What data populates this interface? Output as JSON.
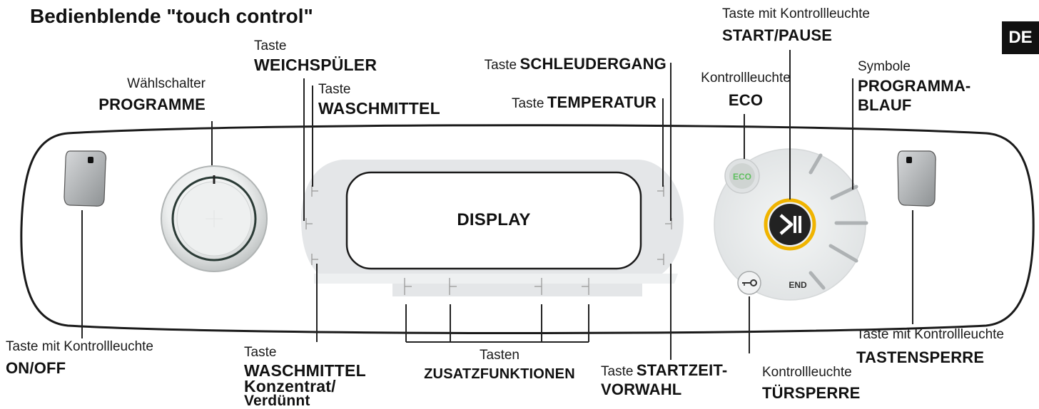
{
  "title": "Bedienblende \"touch control\"",
  "lang_badge": "DE",
  "display": "DISPLAY",
  "eco_text": "ECO",
  "end_text": "END",
  "labels": {
    "programme": {
      "line1": "Wählschalter",
      "line2": "PROGRAMME"
    },
    "weichspueler": {
      "line1": "Taste",
      "line2": "WEICHSPÜLER"
    },
    "waschmittel": {
      "line1": "Taste",
      "line2": "WASCHMITTEL"
    },
    "schleudergang": {
      "prefix": "Taste",
      "bold": "SCHLEUDERGANG"
    },
    "temperatur": {
      "prefix": "Taste",
      "bold": "TEMPERATUR"
    },
    "eco": {
      "line1": "Kontrollleuchte",
      "line2": "ECO"
    },
    "startpause": {
      "line1": "Taste mit Kontrollleuchte",
      "line2": "START/PAUSE"
    },
    "programmablauf": {
      "line1": "Symbole",
      "line2": "PROGRAMMA-",
      "line3": "BLAUF"
    },
    "onoff": {
      "line1": "Taste mit Kontrollleuchte",
      "line2": "ON/OFF"
    },
    "waschmittel_konz": {
      "line1": "Taste",
      "line2": "WASCHMITTEL",
      "line3": "Konzentrat/",
      "line4": "Verdünnt"
    },
    "zusatz": {
      "line1": "Tasten",
      "line2": "ZUSATZFUNKTIONEN"
    },
    "startzeit": {
      "prefix": "Taste",
      "bold": "STARTZEIT-",
      "line2": "VORWAHL"
    },
    "tuersperre": {
      "line1": "Kontrollleuchte",
      "line2": "TÜRSPERRE"
    },
    "tastensperre": {
      "line1": "Taste mit Kontrollleuchte",
      "line2": "TASTENSPERRE"
    }
  },
  "colors": {
    "eco_green": "#5fbf5f",
    "start_ring": "#f0b400",
    "start_center": "#222222",
    "panel_stroke": "#1a1a1a",
    "panel_inner": "#e4e6e8"
  }
}
